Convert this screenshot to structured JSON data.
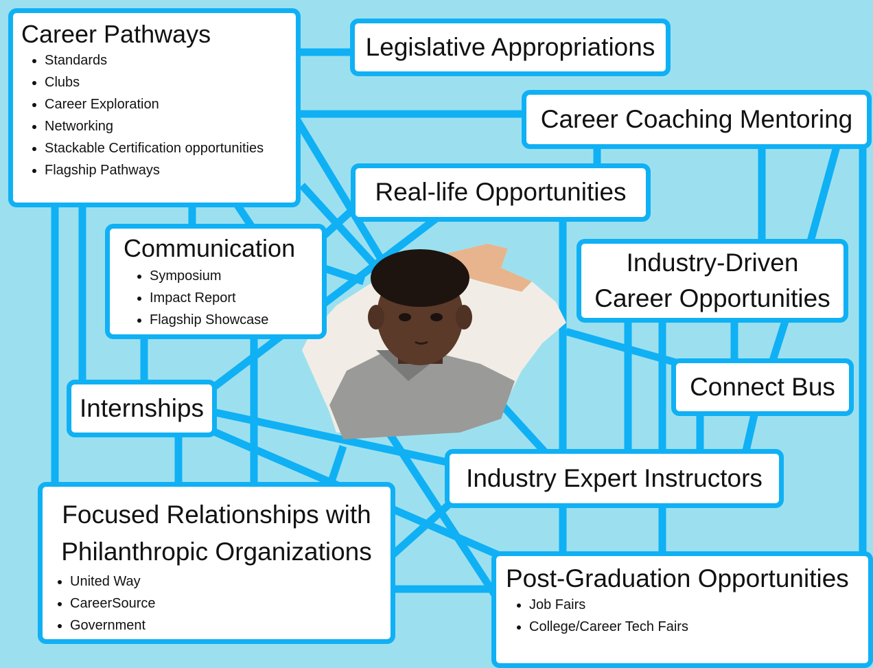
{
  "colors": {
    "background": "#9ce0ef",
    "accent": "#10b0f4",
    "box": "#ffffff",
    "text": "#111111"
  },
  "nodes": {
    "career_pathways": {
      "title": "Career Pathways",
      "items": [
        "Standards",
        "Clubs",
        "Career Exploration",
        "Networking",
        "Stackable Certification opportunities",
        "Flagship Pathways"
      ]
    },
    "legislative": {
      "title": "Legislative Appropriations"
    },
    "coaching": {
      "title": "Career Coaching Mentoring"
    },
    "real_life": {
      "title": "Real-life Opportunities"
    },
    "communication": {
      "title": "Communication",
      "items": [
        "Symposium",
        "Impact Report",
        "Flagship Showcase"
      ]
    },
    "industry_driven": {
      "title_line1": "Industry-Driven",
      "title_line2": "Career Opportunities"
    },
    "connect_bus": {
      "title": "Connect Bus"
    },
    "internships": {
      "title": "Internships"
    },
    "expert_instructors": {
      "title": "Industry Expert Instructors"
    },
    "focused": {
      "title_line1": "Focused Relationships with",
      "title_line2": "Philanthropic Organizations",
      "items": [
        "United Way",
        "CareerSource",
        "Government"
      ]
    },
    "post_grad": {
      "title": "Post-Graduation Opportunities",
      "items": [
        "Job Fairs",
        "College/Career Tech Fairs"
      ]
    }
  }
}
